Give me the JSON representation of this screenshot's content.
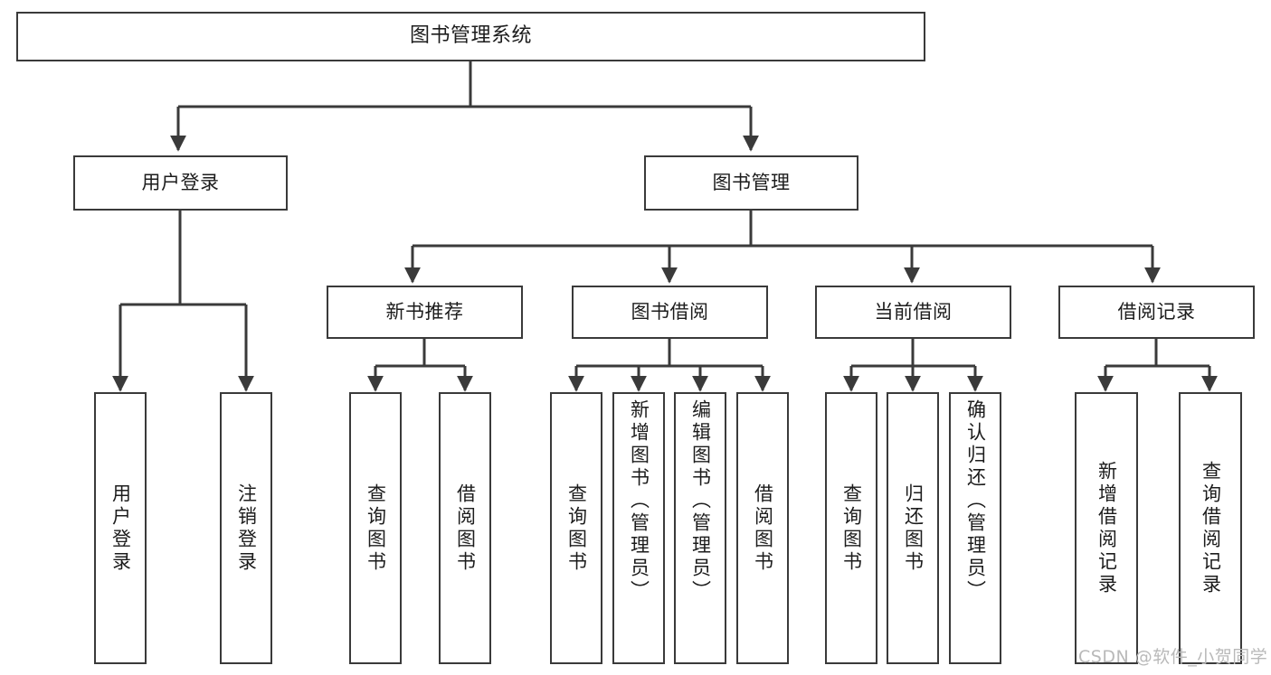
{
  "diagram": {
    "type": "tree",
    "title": "图书管理系统",
    "orientation": "top-down",
    "colors": {
      "stroke": "#3a3a3a",
      "fill": "#ffffff",
      "text": "#1c1c1c",
      "watermark": "#b9b9b9"
    },
    "root": {
      "label": "图书管理系统"
    },
    "level2": [
      {
        "label": "用户登录"
      },
      {
        "label": "图书管理"
      }
    ],
    "level3": [
      {
        "label": "新书推荐"
      },
      {
        "label": "图书借阅"
      },
      {
        "label": "当前借阅"
      },
      {
        "label": "借阅记录"
      }
    ],
    "leaves": {
      "user_login": [
        {
          "label": "用户登录"
        },
        {
          "label": "注销登录"
        }
      ],
      "new_book": [
        {
          "label": "查询图书"
        },
        {
          "label": "借阅图书"
        }
      ],
      "book_borrow": [
        {
          "label": "查询图书"
        },
        {
          "label": "新增图书（管理员）"
        },
        {
          "label": "编辑图书（管理员）"
        },
        {
          "label": "借阅图书"
        }
      ],
      "current_borrow": [
        {
          "label": "查询图书"
        },
        {
          "label": "归还图书"
        },
        {
          "label": "确认归还（管理员）"
        }
      ],
      "borrow_record": [
        {
          "label": "新增借阅记录"
        },
        {
          "label": "查询借阅记录"
        }
      ]
    }
  },
  "watermark": {
    "text": "CSDN @软件_小贺同学"
  }
}
